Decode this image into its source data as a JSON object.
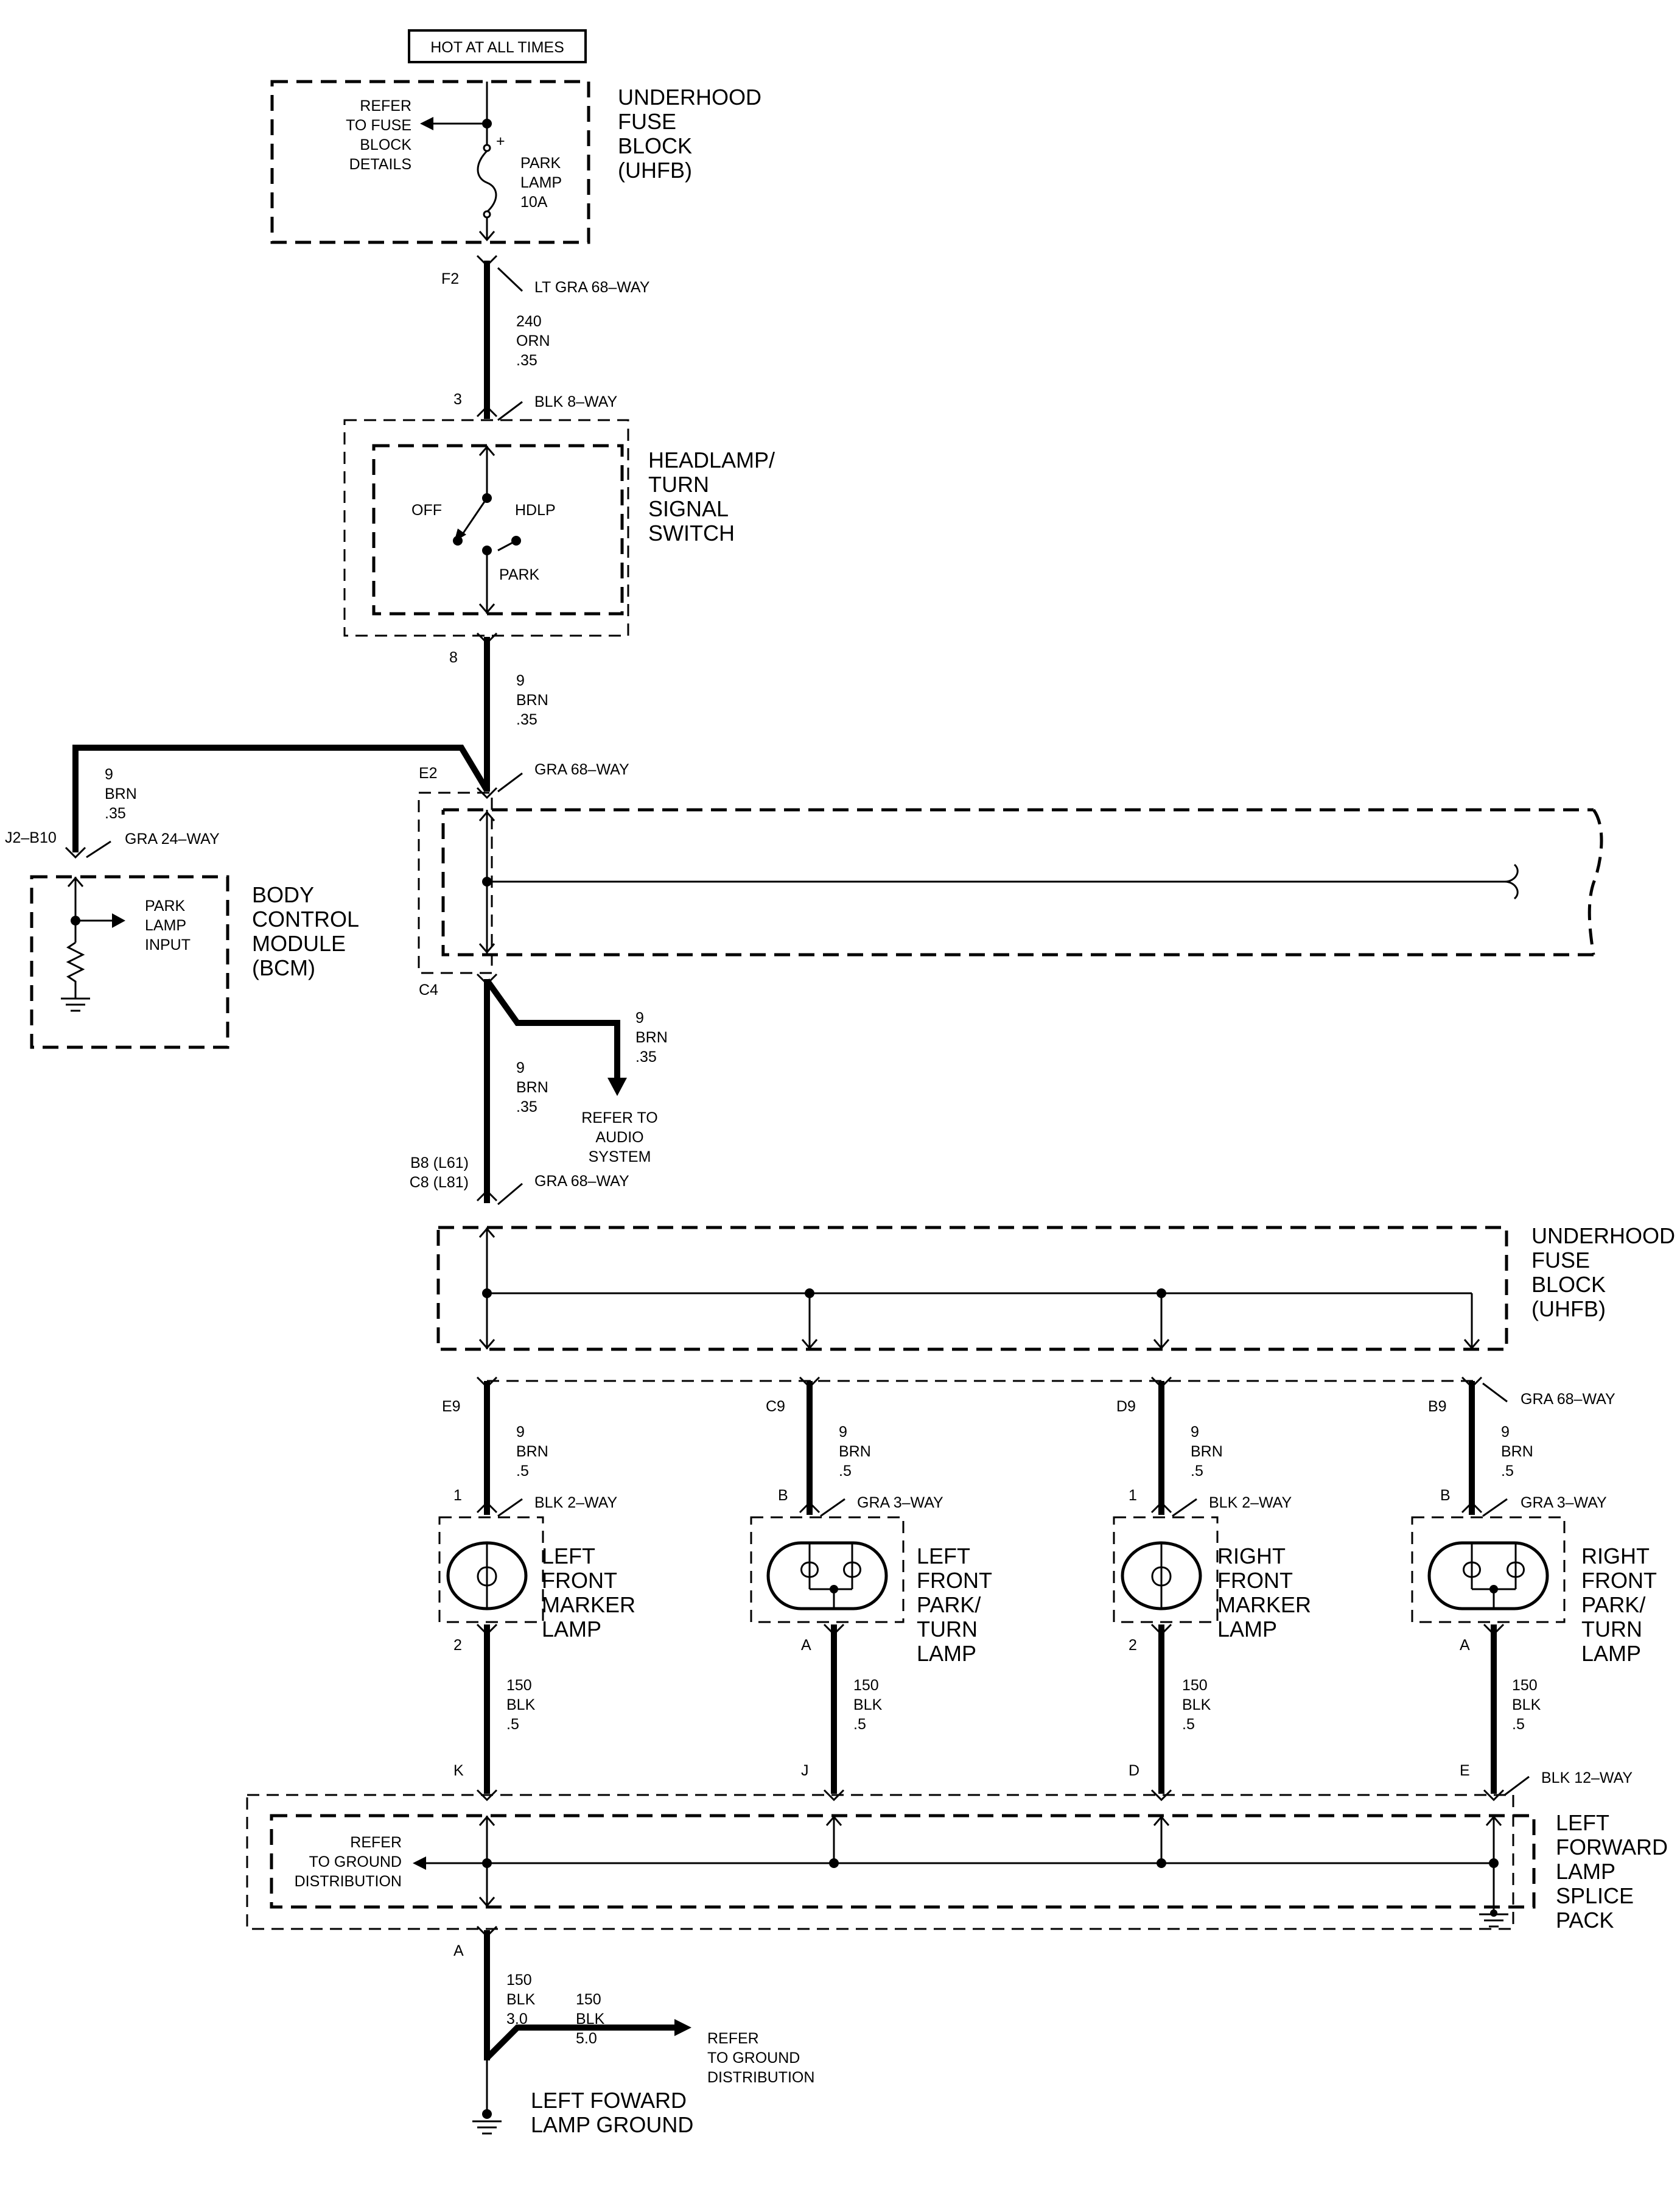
{
  "hot_label": "HOT AT ALL TIMES",
  "uhfb_top": {
    "title": [
      "UNDERHOOD",
      "FUSE",
      "BLOCK",
      "(UHFB)"
    ],
    "refer": [
      "REFER",
      "TO FUSE",
      "BLOCK",
      "DETAILS"
    ],
    "fuse": [
      "PARK",
      "LAMP",
      "10A"
    ],
    "plus": "+"
  },
  "wire1": {
    "pin_top": "F2",
    "conn_top": "LT GRA 68–WAY",
    "circuit": [
      "240",
      "ORN",
      ".35"
    ],
    "pin_bottom": "3",
    "conn_bottom": "BLK 8–WAY"
  },
  "switch": {
    "title": [
      "HEADLAMP/",
      "TURN",
      "SIGNAL",
      "SWITCH"
    ],
    "off": "OFF",
    "hdlp": "HDLP",
    "park": "PARK"
  },
  "wire2": {
    "pin_top": "8",
    "circuit": [
      "9",
      "BRN",
      ".35"
    ],
    "pin_bottom": "E2",
    "conn_bottom": "GRA 68–WAY"
  },
  "bcm": {
    "title": [
      "BODY",
      "CONTROL",
      "MODULE",
      "(BCM)"
    ],
    "circuit": [
      "9",
      "BRN",
      ".35"
    ],
    "pin": "J2–B10",
    "conn": "GRA 24–WAY",
    "input": [
      "PARK",
      "LAMP",
      "INPUT"
    ]
  },
  "wire3": {
    "pin_top": "C4",
    "circuit": [
      "9",
      "BRN",
      ".35"
    ],
    "audio_circuit": [
      "9",
      "BRN",
      ".35"
    ],
    "audio_refer": [
      "REFER TO",
      "AUDIO",
      "SYSTEM"
    ],
    "pin_bottom": [
      "B8 (L61)",
      "C8 (L81)"
    ],
    "conn_bottom": "GRA 68–WAY"
  },
  "uhfb_mid": {
    "title": [
      "UNDERHOOD",
      "FUSE",
      "BLOCK",
      "(UHFB)"
    ]
  },
  "lamps": [
    {
      "pin_top": "E9",
      "circuit_top": [
        "9",
        "BRN",
        ".5"
      ],
      "pin_conn": "1",
      "conn": "BLK 2–WAY",
      "title": [
        "LEFT",
        "FRONT",
        "MARKER",
        "LAMP"
      ],
      "pin_out": "2",
      "circuit_bottom": [
        "150",
        "BLK",
        ".5"
      ],
      "splice_pin": "K"
    },
    {
      "pin_top": "C9",
      "circuit_top": [
        "9",
        "BRN",
        ".5"
      ],
      "pin_conn": "B",
      "conn": "GRA 3–WAY",
      "title": [
        "LEFT",
        "FRONT",
        "PARK/",
        "TURN",
        "LAMP"
      ],
      "pin_out": "A",
      "circuit_bottom": [
        "150",
        "BLK",
        ".5"
      ],
      "splice_pin": "J"
    },
    {
      "pin_top": "D9",
      "circuit_top": [
        "9",
        "BRN",
        ".5"
      ],
      "pin_conn": "1",
      "conn": "BLK 2–WAY",
      "title": [
        "RIGHT",
        "FRONT",
        "MARKER",
        "LAMP"
      ],
      "pin_out": "2",
      "circuit_bottom": [
        "150",
        "BLK",
        ".5"
      ],
      "splice_pin": "D"
    },
    {
      "pin_top": "B9",
      "pin_top_conn": "GRA 68–WAY",
      "circuit_top": [
        "9",
        "BRN",
        ".5"
      ],
      "pin_conn": "B",
      "conn": "GRA 3–WAY",
      "title": [
        "RIGHT",
        "FRONT",
        "PARK/",
        "TURN",
        "LAMP"
      ],
      "pin_out": "A",
      "circuit_bottom": [
        "150",
        "BLK",
        ".5"
      ],
      "splice_pin": "E",
      "splice_conn": "BLK 12–WAY"
    }
  ],
  "splice": {
    "title": [
      "LEFT",
      "FORWARD",
      "LAMP",
      "SPLICE",
      "PACK"
    ],
    "refer": [
      "REFER",
      "TO GROUND",
      "DISTRIBUTION"
    ]
  },
  "ground": {
    "pin": "A",
    "circuit1": [
      "150",
      "BLK",
      "3.0"
    ],
    "circuit2": [
      "150",
      "BLK",
      "5.0"
    ],
    "refer": [
      "REFER",
      "TO GROUND",
      "DISTRIBUTION"
    ],
    "title": [
      "LEFT FOWARD",
      "LAMP GROUND"
    ]
  }
}
